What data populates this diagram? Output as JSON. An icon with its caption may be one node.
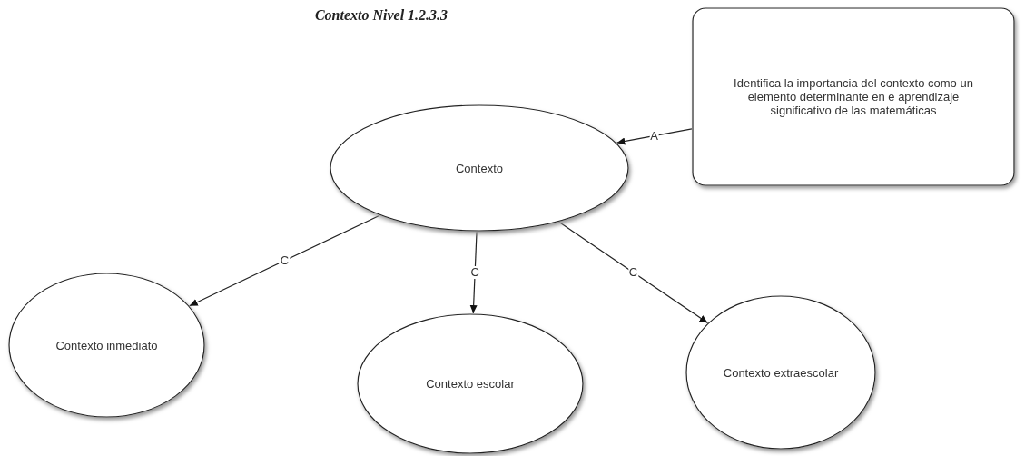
{
  "diagram": {
    "title": "Contexto Nivel 1.2.3.3",
    "nodes": [
      {
        "text": [
          "Identifica la importancia del contexto como un elemento determinante en e aprendizaje significativo de las matemáticas"
        ]
      },
      {
        "text": [
          "Contexto"
        ]
      },
      {
        "text": [
          "Contexto inmediato"
        ]
      },
      {
        "text": [
          "Contexto escolar"
        ]
      },
      {
        "text": [
          "Contexto extraescolar"
        ]
      }
    ],
    "edges": [
      {
        "from": 0,
        "to": 1,
        "arrow": "to",
        "label": "A"
      },
      {
        "from": 1,
        "to": 2,
        "arrow": "to",
        "label": "C"
      },
      {
        "from": 1,
        "to": 3,
        "arrow": "to",
        "label": "C"
      },
      {
        "from": 1,
        "to": 4,
        "arrow": "to",
        "label": "C"
      }
    ]
  }
}
